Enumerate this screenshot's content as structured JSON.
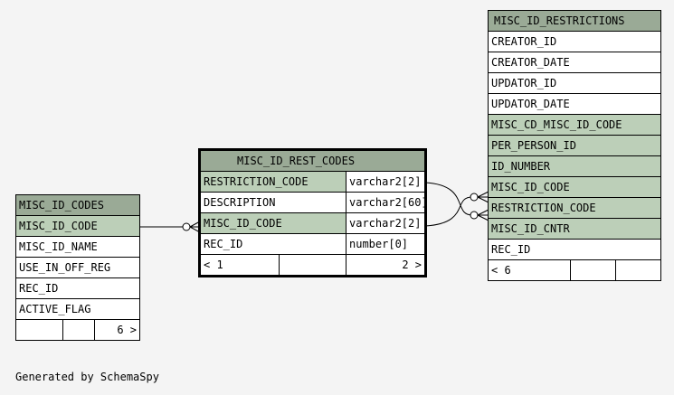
{
  "tables": {
    "misc_id_codes": {
      "name": "MISC_ID_CODES",
      "rows": [
        "MISC_ID_CODE",
        "MISC_ID_NAME",
        "USE_IN_OFF_REG",
        "REC_ID",
        "ACTIVE_FLAG"
      ],
      "footer": {
        "left": "",
        "middle": "",
        "right": "6 >"
      }
    },
    "misc_id_rest_codes": {
      "name": "MISC_ID_REST_CODES",
      "rows": [
        {
          "name": "RESTRICTION_CODE",
          "type": "varchar2[2]"
        },
        {
          "name": "DESCRIPTION",
          "type": "varchar2[60]"
        },
        {
          "name": "MISC_ID_CODE",
          "type": "varchar2[2]"
        },
        {
          "name": "REC_ID",
          "type": "number[0]"
        }
      ],
      "footer": {
        "left": "< 1",
        "middle": "",
        "right": "2 >"
      }
    },
    "misc_id_restrictions": {
      "name": "MISC_ID_RESTRICTIONS",
      "rows": [
        "CREATOR_ID",
        "CREATOR_DATE",
        "UPDATOR_ID",
        "UPDATOR_DATE",
        "MISC_CD_MISC_ID_CODE",
        "PER_PERSON_ID",
        "ID_NUMBER",
        "MISC_ID_CODE",
        "RESTRICTION_CODE",
        "MISC_ID_CNTR",
        "REC_ID"
      ],
      "footer": {
        "left": "< 6",
        "middle": "",
        "right": ""
      }
    }
  },
  "footer_note": "Generated by SchemaSpy"
}
